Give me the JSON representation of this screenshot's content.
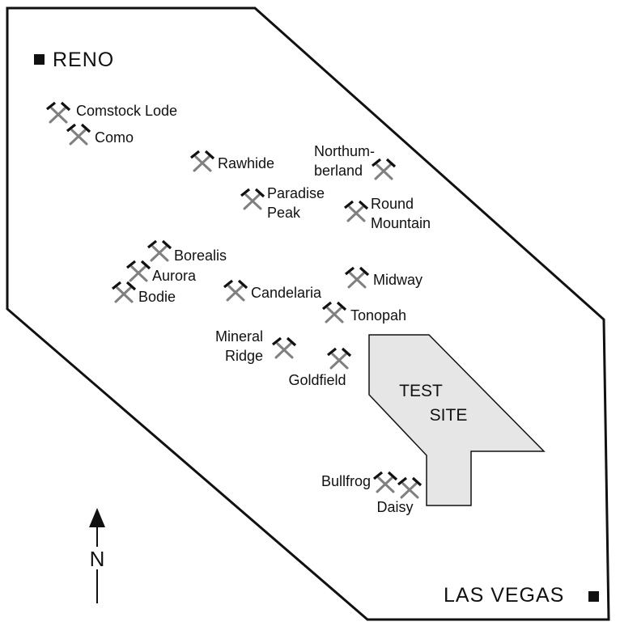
{
  "colors": {
    "border": "#111111",
    "test_site_fill": "#e6e6e6",
    "hammer_head": "#111111",
    "hammer_handle": "#808080"
  },
  "map": {
    "cities": [
      {
        "id": "reno",
        "name": "RENO"
      },
      {
        "id": "las-vegas",
        "name": "LAS VEGAS"
      }
    ],
    "test_site": {
      "lines": [
        "TEST",
        "SITE"
      ]
    },
    "north_label": "N",
    "mines": [
      {
        "id": "comstock-lode",
        "lines": [
          "Comstock Lode"
        ]
      },
      {
        "id": "como",
        "lines": [
          "Como"
        ]
      },
      {
        "id": "rawhide",
        "lines": [
          "Rawhide"
        ]
      },
      {
        "id": "northumberland",
        "lines": [
          "Northum-",
          "berland"
        ]
      },
      {
        "id": "paradise-peak",
        "lines": [
          "Paradise",
          "Peak"
        ]
      },
      {
        "id": "round-mountain",
        "lines": [
          "Round",
          "Mountain"
        ]
      },
      {
        "id": "borealis",
        "lines": [
          "Borealis"
        ]
      },
      {
        "id": "aurora",
        "lines": [
          "Aurora"
        ]
      },
      {
        "id": "bodie",
        "lines": [
          "Bodie"
        ]
      },
      {
        "id": "candelaria",
        "lines": [
          "Candelaria"
        ]
      },
      {
        "id": "midway",
        "lines": [
          "Midway"
        ]
      },
      {
        "id": "tonopah",
        "lines": [
          "Tonopah"
        ]
      },
      {
        "id": "mineral-ridge",
        "lines": [
          "Mineral",
          "Ridge"
        ]
      },
      {
        "id": "goldfield",
        "lines": [
          "Goldfield"
        ]
      },
      {
        "id": "bullfrog",
        "lines": [
          "Bullfrog"
        ]
      },
      {
        "id": "daisy",
        "lines": [
          "Daisy"
        ]
      }
    ]
  }
}
